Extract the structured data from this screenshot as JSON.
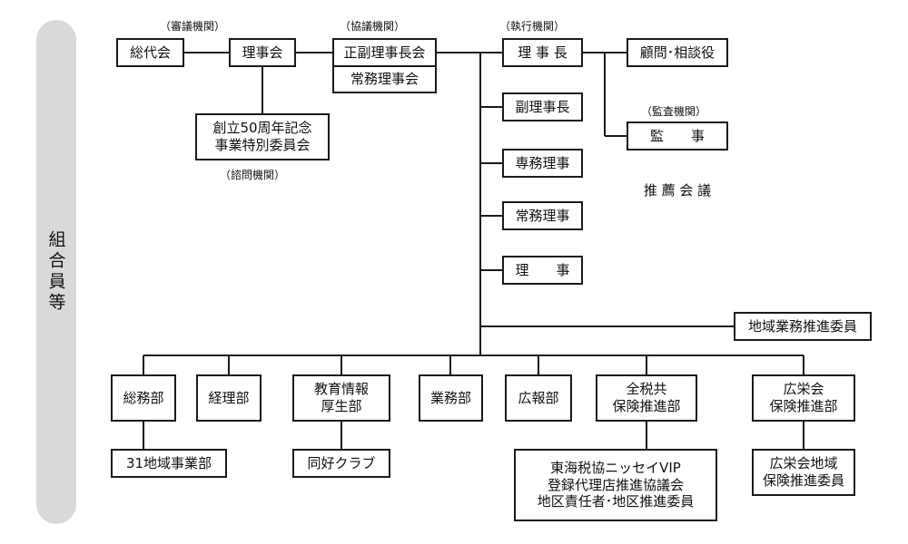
{
  "sidebar": {
    "label": "組合員等"
  },
  "notes": {
    "deliberative": "（審議機関）",
    "consultative": "（協議機関）",
    "executive": "（執行機関）",
    "advisory": "（諮問機関）",
    "audit": "（監査機関）"
  },
  "boxes": {
    "sodaikai": "総代会",
    "rijikai": "理事会",
    "seifuku_rijichokai": "正副理事長会",
    "jomu_rijikai": "常務理事会",
    "rijicho": "理 事 長",
    "komon": "顧問･相談役",
    "anniversary": "創立50周年記念\n事業特別委員会",
    "fuku_rijicho": "副理事長",
    "kansa": "監　　事",
    "senmu": "専務理事",
    "suisen": "推 薦 会 議",
    "jomu_riji": "常務理事",
    "riji": "理　　事",
    "chiiki_suishin": "地域業務推進委員",
    "somubu": "総務部",
    "keiribu": "経理部",
    "kyoiku": "教育情報\n厚生部",
    "gyomubu": "業務部",
    "kohobu": "広報部",
    "zenzeikyo": "全税共\n保険推進部",
    "koeikai": "広栄会\n保険推進部",
    "jigyobu31": "31地域事業部",
    "doko_club": "同好クラブ",
    "tokai": "東海税協ニッセイVIP\n登録代理店推進協議会\n地区責任者･地区推進委員",
    "koeikai_chiiki": "広栄会地域\n保険推進委員"
  },
  "colors": {
    "line": "#1a1a1a",
    "sidebar": "#d9d9d9"
  }
}
